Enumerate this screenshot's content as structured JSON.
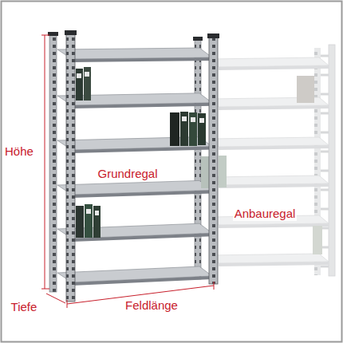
{
  "diagram": {
    "labels": [
      "Höhe",
      "Grundregal",
      "Anbauregal",
      "Tiefe",
      "Feldlänge"
    ]
  }
}
